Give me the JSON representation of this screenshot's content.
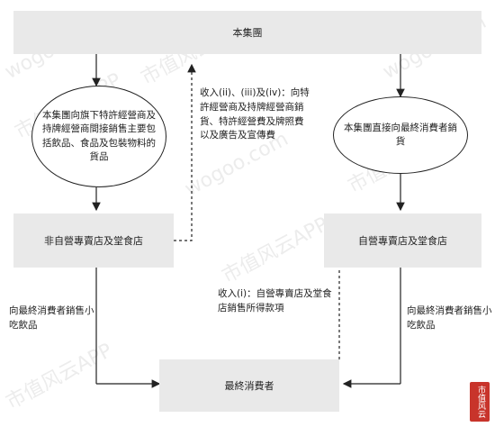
{
  "group_box": "本集團",
  "ellipse_left": "本集團向旗下特許經營商及持牌經營商間接銷售主要包括飲品、食品及包裝物料的貨品",
  "ellipse_right": "本集團直接向最終消費者銷貨",
  "non_self_store": "非自營專賣店及堂食店",
  "self_store": "自營專賣店及堂食店",
  "end_consumer": "最終消費者",
  "income_ii_iv": "收入(ii)、(iii)及(iv)：向特許經營商及持牌經營商銷貨、特許經營費及牌照費以及廣告及宣傳費",
  "income_i": "收入(i)：自營專賣店及堂食店銷售所得款項",
  "left_bottom_note": "向最終消費者銷售小吃飲品",
  "right_bottom_note": "向最終消費者銷售小吃飲品",
  "watermark": "市值风云APP",
  "watermark_site": "wogoo.com",
  "seal_text": "市值风云"
}
